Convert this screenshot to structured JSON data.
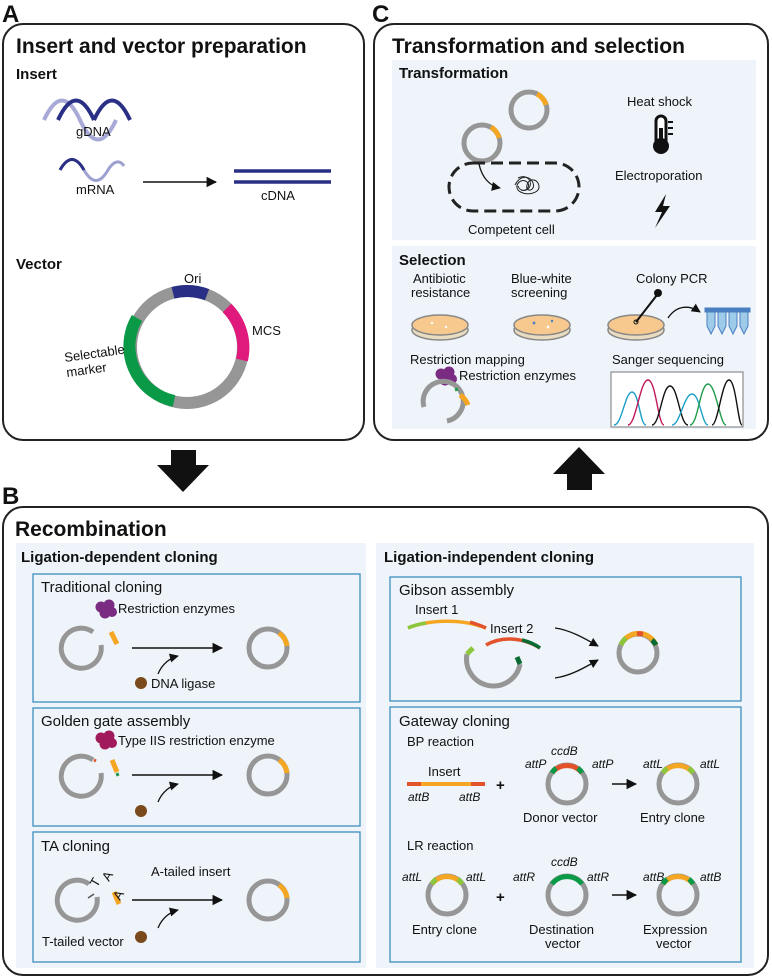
{
  "panel_a": {
    "letter": "A",
    "title": "Insert and vector preparation",
    "insert_heading": "Insert",
    "gdna": "gDNA",
    "mrna": "mRNA",
    "cdna": "cDNA",
    "vector_heading": "Vector",
    "ori": "Ori",
    "mcs": "MCS",
    "selectable_1": "Selectable",
    "selectable_2": "marker"
  },
  "panel_c": {
    "letter": "C",
    "title": "Transformation and selection",
    "transformation_heading": "Transformation",
    "heat_shock": "Heat shock",
    "electroporation": "Electroporation",
    "competent_cell": "Competent cell",
    "selection_heading": "Selection",
    "antibiotic_1": "Antibiotic",
    "antibiotic_2": "resistance",
    "bluewhite_1": "Blue-white",
    "bluewhite_2": "screening",
    "colony_pcr": "Colony PCR",
    "restriction_mapping": "Restriction mapping",
    "restriction_enzymes": "Restriction enzymes",
    "sanger": "Sanger sequencing"
  },
  "panel_b": {
    "letter": "B",
    "title": "Recombination",
    "ligation_dependent": "Ligation-dependent cloning",
    "ligation_independent": "Ligation-independent cloning",
    "traditional": {
      "title": "Traditional cloning",
      "enzymes": "Restriction enzymes",
      "ligase": "DNA ligase"
    },
    "golden_gate": {
      "title": "Golden gate assembly",
      "enzyme": "Type IIS restriction enzyme"
    },
    "ta": {
      "title": "TA cloning",
      "a_tailed": "A-tailed insert",
      "t_tailed": "T-tailed vector",
      "t_letter": "T",
      "a_letter": "A"
    },
    "gibson": {
      "title": "Gibson assembly",
      "insert1": "Insert 1",
      "insert2": "Insert 2"
    },
    "gateway": {
      "title": "Gateway cloning",
      "bp": "BP reaction",
      "insert": "Insert",
      "attB": "attB",
      "attP": "attP",
      "attL": "attL",
      "attR": "attR",
      "ccdB": "ccdB",
      "plus": "+",
      "donor": "Donor vector",
      "entry_clone": "Entry clone",
      "lr": "LR reaction",
      "destination_1": "Destination",
      "destination_2": "vector",
      "expression_1": "Expression",
      "expression_2": "vector"
    }
  },
  "colors": {
    "backbone": "#969696",
    "ori": "#2a2f86",
    "mcs": "#e0197d",
    "marker": "#0a9a47",
    "insert": "#f5a623",
    "att_red": "#e2522b",
    "att_green": "#1e9a4a",
    "enzyme": "#7a2b82",
    "ligase": "#7a4a1c",
    "box_bg": "#eef4f9",
    "box_border": "#3d8fc0"
  }
}
